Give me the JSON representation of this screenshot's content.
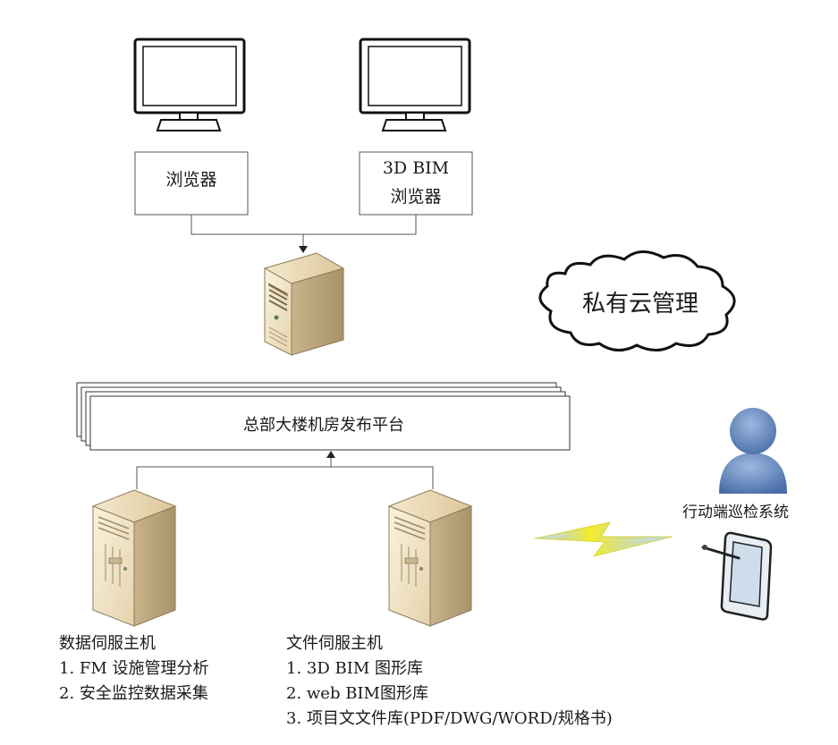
{
  "browsers": [
    {
      "lines": [
        "浏览器"
      ]
    },
    {
      "lines": [
        "3D BIM",
        "浏览器"
      ]
    }
  ],
  "cloud": {
    "label": "私有云管理"
  },
  "platform": {
    "label": "总部大楼机房发布平台"
  },
  "servers": {
    "data_server": {
      "title": "数据伺服主机",
      "items": [
        "1. FM 设施管理分析",
        "2. 安全监控数据采集"
      ]
    },
    "file_server": {
      "title": "文件伺服主机",
      "items": [
        "1. 3D BIM 图形库",
        "2. web BIM图形库",
        "3. 项目文文件库(PDF/DWG/WORD/规格书)"
      ]
    }
  },
  "mobile": {
    "label": "行动端巡检系统"
  },
  "icons": [
    "monitor-icon",
    "server-tower-icon",
    "cloud-icon",
    "lightning-icon",
    "user-icon",
    "tablet-icon"
  ],
  "colors": {
    "line": "#555555",
    "user": "#5b7fb8",
    "server": "#e9dcc0",
    "lightning": "#f2ea1c"
  }
}
